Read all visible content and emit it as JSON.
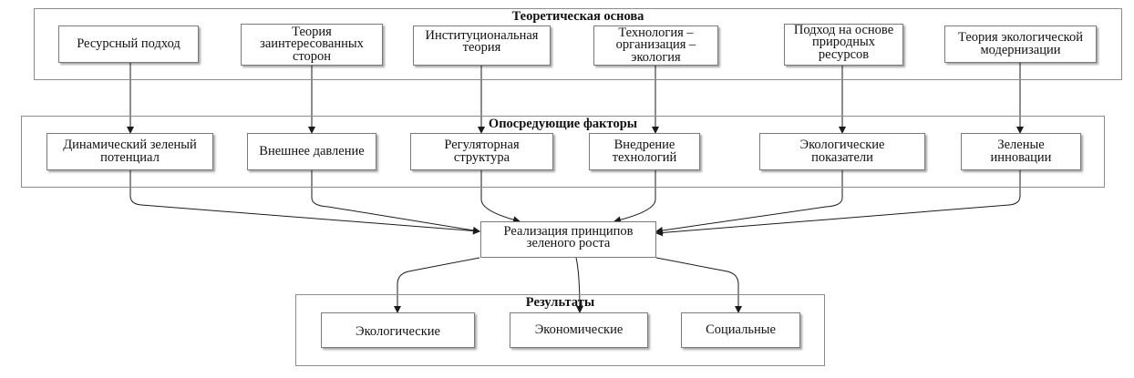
{
  "theory": {
    "title": "Теоретическая основа",
    "items": [
      "Ресурсный подход",
      "Теория\nзаинтересованных\nсторон",
      "Институциональная\nтеория",
      "Технология –\nорганизация –\nэкология",
      "Подход на основе\nприродных\nресурсов",
      "Теория экологической\nмодернизации"
    ]
  },
  "mediating": {
    "title": "Опосредующие факторы",
    "items": [
      "Динамический зеленый\nпотенциал",
      "Внешнее давление",
      "Регуляторная\nструктура",
      "Внедрение\nтехнологий",
      "Экологические\nпоказатели",
      "Зеленые\nинновации"
    ]
  },
  "center": {
    "label": "Реализация принципов\nзеленого роста"
  },
  "results": {
    "title": "Результаты",
    "items": [
      "Экологические",
      "Экономические",
      "Социальные"
    ]
  },
  "colors": {
    "line": "#1a1a1a",
    "border": "#8c8c8c"
  }
}
